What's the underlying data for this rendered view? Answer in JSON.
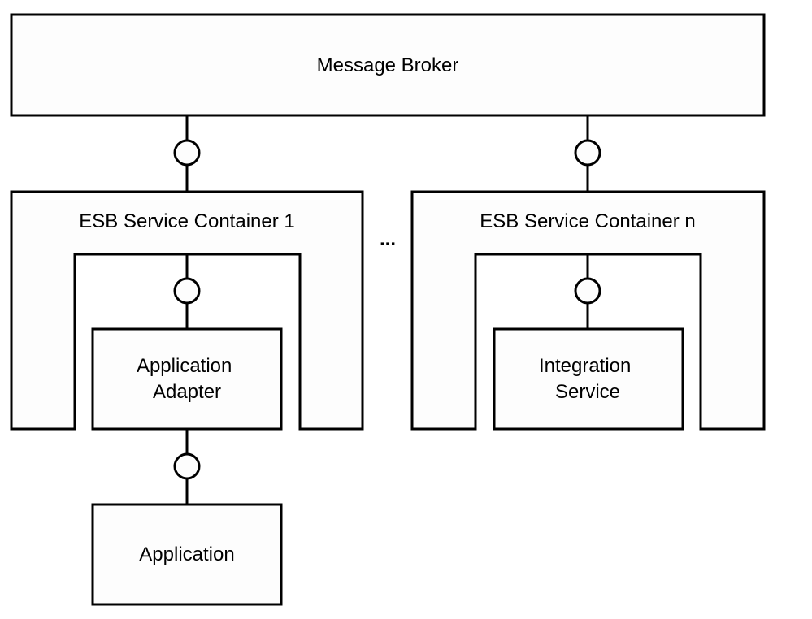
{
  "broker": {
    "label": "Message Broker"
  },
  "containers": [
    {
      "title": "ESB Service Container 1",
      "inner_component_lines": [
        "Application",
        "Adapter"
      ]
    },
    {
      "title": "ESB Service Container n",
      "inner_component_lines": [
        "Integration",
        "Service"
      ]
    }
  ],
  "ellipsis": "...",
  "external_component": {
    "label": "Application"
  },
  "colors": {
    "stroke": "#000000",
    "fill": "#fdfdfd"
  }
}
